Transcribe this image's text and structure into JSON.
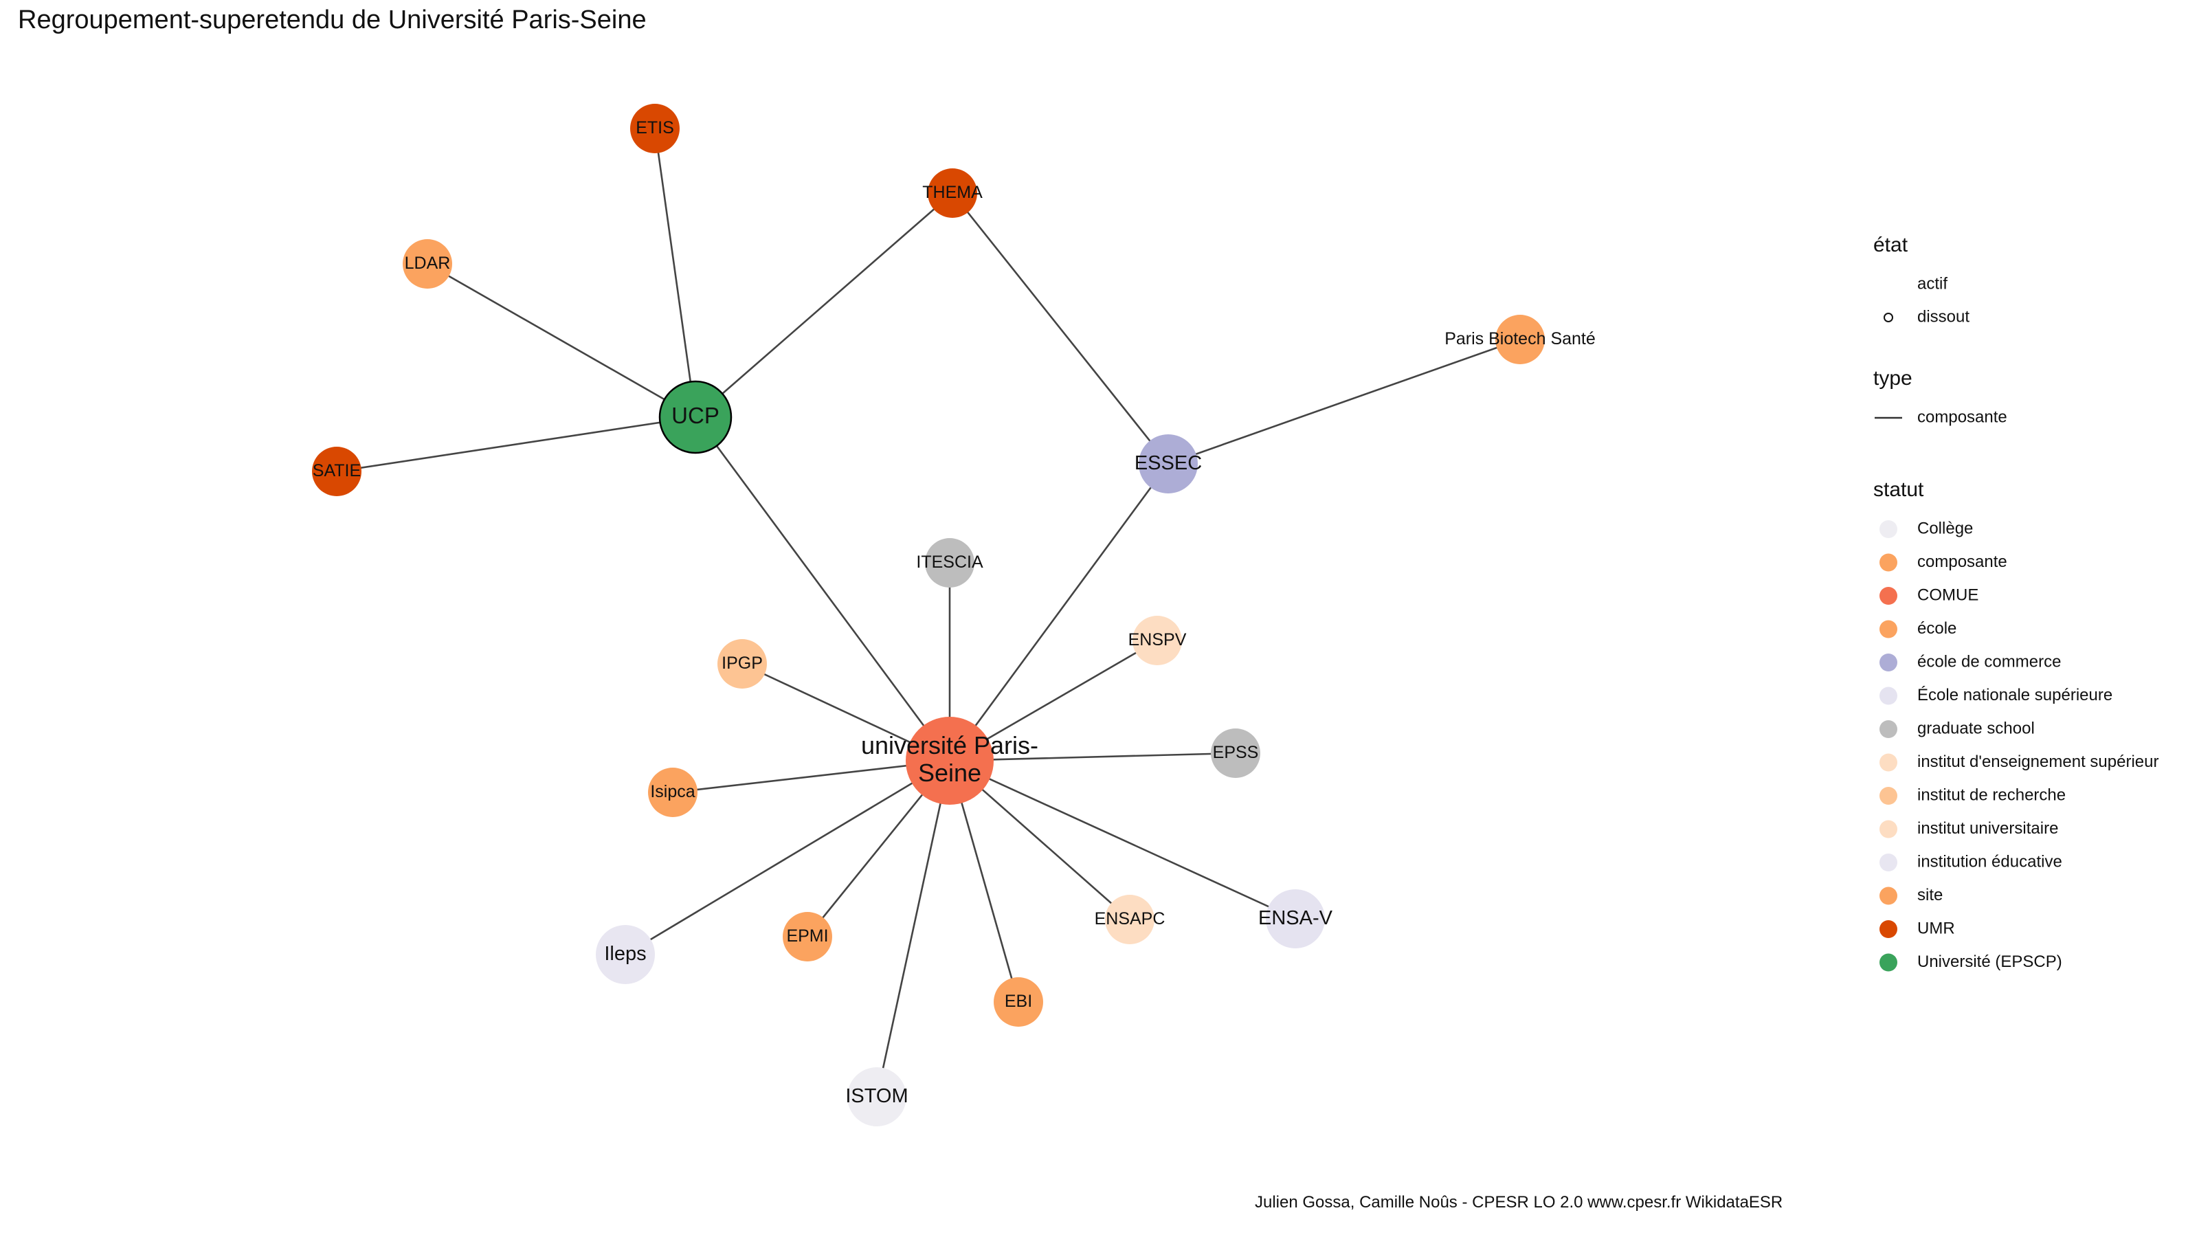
{
  "title": "Regroupement-superetendu de Université Paris-Seine",
  "caption": "Julien Gossa, Camille Noûs - CPESR LO 2.0 www.cpesr.fr WikidataESR",
  "colors": {
    "edge": "#444444",
    "node_outline_active": "#000000"
  },
  "nodes": [
    {
      "id": "ups",
      "label": "université Paris-\nSeine",
      "statut": "COMUE",
      "color": "#F4704F",
      "size": "xl"
    },
    {
      "id": "ucp",
      "label": "UCP",
      "statut": "Université (EPSCP)",
      "color": "#3AA35B",
      "size": "l",
      "outlined": true
    },
    {
      "id": "essec",
      "label": "ESSEC",
      "statut": "école de commerce",
      "color": "#ADADD6",
      "size": "m"
    },
    {
      "id": "etis",
      "label": "ETIS",
      "statut": "UMR",
      "color": "#D94801",
      "size": "s"
    },
    {
      "id": "thema",
      "label": "THEMA",
      "statut": "UMR",
      "color": "#D94801",
      "size": "s"
    },
    {
      "id": "ldar",
      "label": "LDAR",
      "statut": "composante",
      "color": "#FBA35F",
      "size": "s"
    },
    {
      "id": "satie",
      "label": "SATIE",
      "statut": "UMR",
      "color": "#D94801",
      "size": "s"
    },
    {
      "id": "pbs",
      "label": "Paris Biotech Santé",
      "statut": "site",
      "color": "#FBA35F",
      "size": "s"
    },
    {
      "id": "itescia",
      "label": "ITESCIA",
      "statut": "graduate school",
      "color": "#BDBDBD",
      "size": "s"
    },
    {
      "id": "ipgp",
      "label": "IPGP",
      "statut": "institut de recherche",
      "color": "#FDC493",
      "size": "s"
    },
    {
      "id": "enspv",
      "label": "ENSPV",
      "statut": "institut d'enseignement supérieur",
      "color": "#FDDDC2",
      "size": "s"
    },
    {
      "id": "isipca",
      "label": "Isipca",
      "statut": "école",
      "color": "#FBA35F",
      "size": "s"
    },
    {
      "id": "epss",
      "label": "EPSS",
      "statut": "graduate school",
      "color": "#BDBDBD",
      "size": "s"
    },
    {
      "id": "ileps",
      "label": "Ileps",
      "statut": "institution éducative",
      "color": "#E8E6F1",
      "size": "m"
    },
    {
      "id": "epmi",
      "label": "EPMI",
      "statut": "école",
      "color": "#FBA35F",
      "size": "s"
    },
    {
      "id": "ensapc",
      "label": "ENSAPC",
      "statut": "institut universitaire",
      "color": "#FDDDC2",
      "size": "s"
    },
    {
      "id": "ensav",
      "label": "ENSA-V",
      "statut": "École nationale supérieure",
      "color": "#E5E3F0",
      "size": "m"
    },
    {
      "id": "ebi",
      "label": "EBI",
      "statut": "école",
      "color": "#FBA35F",
      "size": "s"
    },
    {
      "id": "istom",
      "label": "ISTOM",
      "statut": "Collège",
      "color": "#EEEDF2",
      "size": "m"
    }
  ],
  "edges": [
    {
      "from": "ucp",
      "to": "etis"
    },
    {
      "from": "ucp",
      "to": "thema"
    },
    {
      "from": "ucp",
      "to": "ldar"
    },
    {
      "from": "ucp",
      "to": "satie"
    },
    {
      "from": "ucp",
      "to": "ups"
    },
    {
      "from": "thema",
      "to": "essec"
    },
    {
      "from": "essec",
      "to": "pbs"
    },
    {
      "from": "essec",
      "to": "ups"
    },
    {
      "from": "ups",
      "to": "itescia"
    },
    {
      "from": "ups",
      "to": "ipgp"
    },
    {
      "from": "ups",
      "to": "enspv"
    },
    {
      "from": "ups",
      "to": "isipca"
    },
    {
      "from": "ups",
      "to": "epss"
    },
    {
      "from": "ups",
      "to": "ileps"
    },
    {
      "from": "ups",
      "to": "epmi"
    },
    {
      "from": "ups",
      "to": "istom"
    },
    {
      "from": "ups",
      "to": "ebi"
    },
    {
      "from": "ups",
      "to": "ensapc"
    },
    {
      "from": "ups",
      "to": "ensav"
    }
  ],
  "legend": {
    "etat": {
      "title": "état",
      "items": [
        {
          "label": "actif",
          "symbol": "none"
        },
        {
          "label": "dissout",
          "symbol": "ring"
        }
      ]
    },
    "type": {
      "title": "type",
      "items": [
        {
          "label": "composante",
          "symbol": "line"
        }
      ]
    },
    "statut": {
      "title": "statut",
      "items": [
        {
          "label": "Collège",
          "color": "#EEEDF2"
        },
        {
          "label": "composante",
          "color": "#FBA35F"
        },
        {
          "label": "COMUE",
          "color": "#F4704F"
        },
        {
          "label": "école",
          "color": "#FBA35F"
        },
        {
          "label": "école de commerce",
          "color": "#ADADD6"
        },
        {
          "label": "École nationale supérieure",
          "color": "#E5E3F0"
        },
        {
          "label": "graduate school",
          "color": "#BDBDBD"
        },
        {
          "label": "institut d'enseignement supérieur",
          "color": "#FDDDC2"
        },
        {
          "label": "institut de recherche",
          "color": "#FDC493"
        },
        {
          "label": "institut universitaire",
          "color": "#FDDDC2"
        },
        {
          "label": "institution éducative",
          "color": "#E8E6F1"
        },
        {
          "label": "site",
          "color": "#FBA35F"
        },
        {
          "label": "UMR",
          "color": "#D94801"
        },
        {
          "label": "Université (EPSCP)",
          "color": "#3AA35B"
        }
      ]
    }
  }
}
